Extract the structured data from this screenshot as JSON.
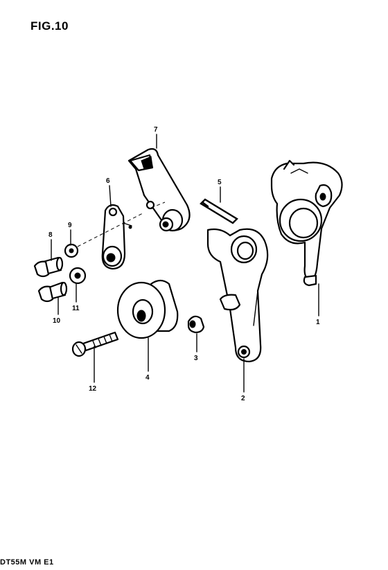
{
  "figure": {
    "title": "FIG.10",
    "footer_code": "DT55M VM E1"
  },
  "callouts": [
    {
      "id": "1",
      "label": "1"
    },
    {
      "id": "2",
      "label": "2"
    },
    {
      "id": "3",
      "label": "3"
    },
    {
      "id": "4",
      "label": "4"
    },
    {
      "id": "5",
      "label": "5"
    },
    {
      "id": "6",
      "label": "6"
    },
    {
      "id": "7",
      "label": "7"
    },
    {
      "id": "8",
      "label": "8"
    },
    {
      "id": "9",
      "label": "9"
    },
    {
      "id": "10",
      "label": "10"
    },
    {
      "id": "11",
      "label": "11"
    },
    {
      "id": "12",
      "label": "12"
    }
  ]
}
